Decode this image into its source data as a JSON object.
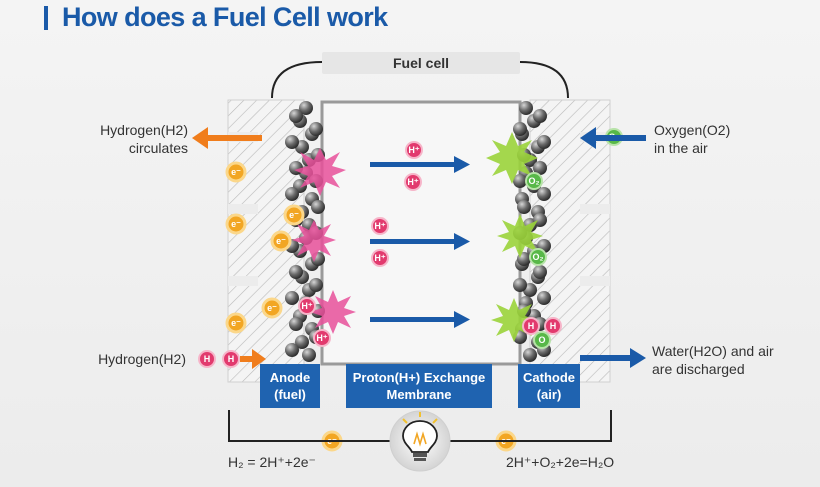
{
  "title": "How does a Fuel Cell work",
  "cell_label": "Fuel cell",
  "left_labels": {
    "hydrogen_circulates_1": "Hydrogen(H2)",
    "hydrogen_circulates_2": "circulates",
    "hydrogen_in": "Hydrogen(H2)"
  },
  "right_labels": {
    "oxygen_1": "Oxygen(O2)",
    "oxygen_2": "in the air",
    "water_1": "Water(H2O) and air",
    "water_2": "are discharged"
  },
  "boxes": {
    "anode_1": "Anode",
    "anode_2": "(fuel)",
    "membrane_1": "Proton(H+) Exchange",
    "membrane_2": "Membrane",
    "cathode_1": "Cathode",
    "cathode_2": "(air)"
  },
  "equations": {
    "anode": "H₂ = 2H⁺+2e⁻",
    "cathode": "2H⁺+O₂+2e=H₂O"
  },
  "ions": {
    "proton": "H⁺",
    "hydrogen": "H",
    "electron": "e⁻",
    "oxygen_molecule": "O₂",
    "oxygen": "O"
  },
  "colors": {
    "title": "#1a5aa8",
    "box": "#1f63b0",
    "arrow_orange": "#f07d1c",
    "arrow_blue": "#1a5aa8",
    "proton": "#e23a6e",
    "electron": "#f2a623",
    "oxygen": "#58b848"
  },
  "icons": [
    "light-bulb-icon",
    "catalyst-burst-icon"
  ]
}
